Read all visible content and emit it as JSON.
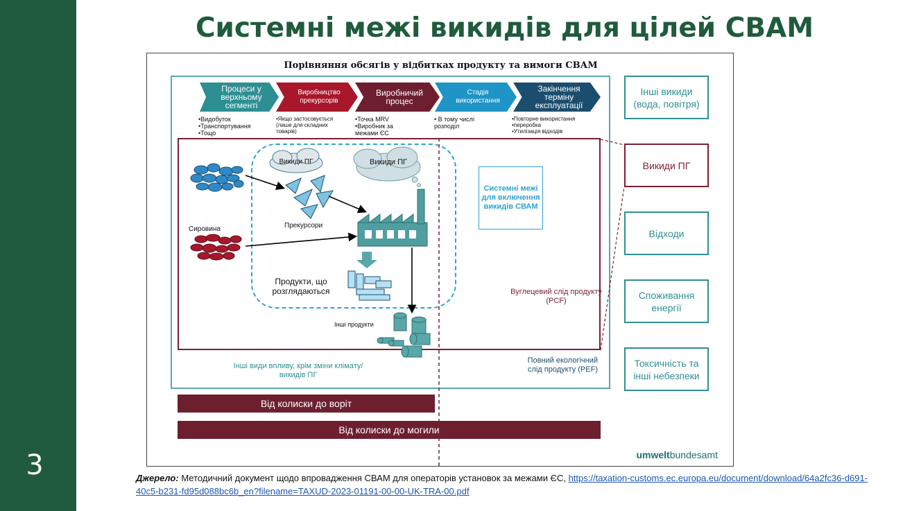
{
  "slide": {
    "title": "Системні межі викидів для цілей СВАМ",
    "number": "3"
  },
  "figure": {
    "title": "Порівняння обсягів у відбитках продукту та вимоги СВАМ",
    "stages": [
      "Процеси у верхньому сегменті",
      "Виробництво прекурсорів",
      "Виробничий процес",
      "Стадія використання",
      "Закінчення терміну експлуатації"
    ],
    "bullets": {
      "upstream": [
        "•Видобуток",
        "•Транспортування",
        "•Тощо"
      ],
      "precursors": [
        "•Якщо застосовується",
        "(лише для складних",
        "товарів)"
      ],
      "production": [
        "•Точка MRV",
        "•Виробник за",
        "межами ЄС"
      ],
      "use": [
        "• В тому числі",
        "розподіл"
      ],
      "eol": [
        "•Повторне використання",
        "•переробка",
        "•Утилізація відходів"
      ]
    },
    "labels": {
      "cloud1": "Викиди ПГ",
      "cloud2": "Викиди ПГ",
      "precursors": "Прекурсори",
      "raw": "Сировина",
      "products": "Продукти, що розглядаються",
      "other_products": "Інші продукти",
      "system_bounds": "Системні межі для включення викидів СВАМ",
      "pcf": "Вуглецевий слід продукту (PCF)",
      "pef": "Повний екологічний слід продукту (PEF)",
      "other_impacts": "Інші види впливу, крім зміни клімату/викидів ПГ",
      "cradle_gate": "Від колиски до воріт",
      "cradle_grave": "Від колиски до могили"
    },
    "categories": [
      "Інші викиди (вода, повітря)",
      "Викиди ПГ",
      "Відходи",
      "Споживання енергії",
      "Токсичність та інші небезпеки"
    ],
    "logo": {
      "bold": "umwelt",
      "thin": "bundesamt"
    },
    "colors": {
      "teal": "#2e8f92",
      "maroon": "#6d1f30",
      "red": "#a8172b",
      "blue": "#1e94c7",
      "navy": "#1b4e6e",
      "dashed_blue": "#2ea3d3",
      "sidebar_green": "#1f5b3c"
    }
  },
  "source": {
    "label": "Джерело:",
    "text": " Методичний документ щодо впровадження СВАМ для операторів установок за межами ЄС, ",
    "link": "https://taxation-customs.ec.europa.eu/document/download/64a2fc36-d691-40c5-b231-fd95d088bc6b_en?filename=TAXUD-2023-01191-00-00-UK-TRA-00.pdf"
  }
}
